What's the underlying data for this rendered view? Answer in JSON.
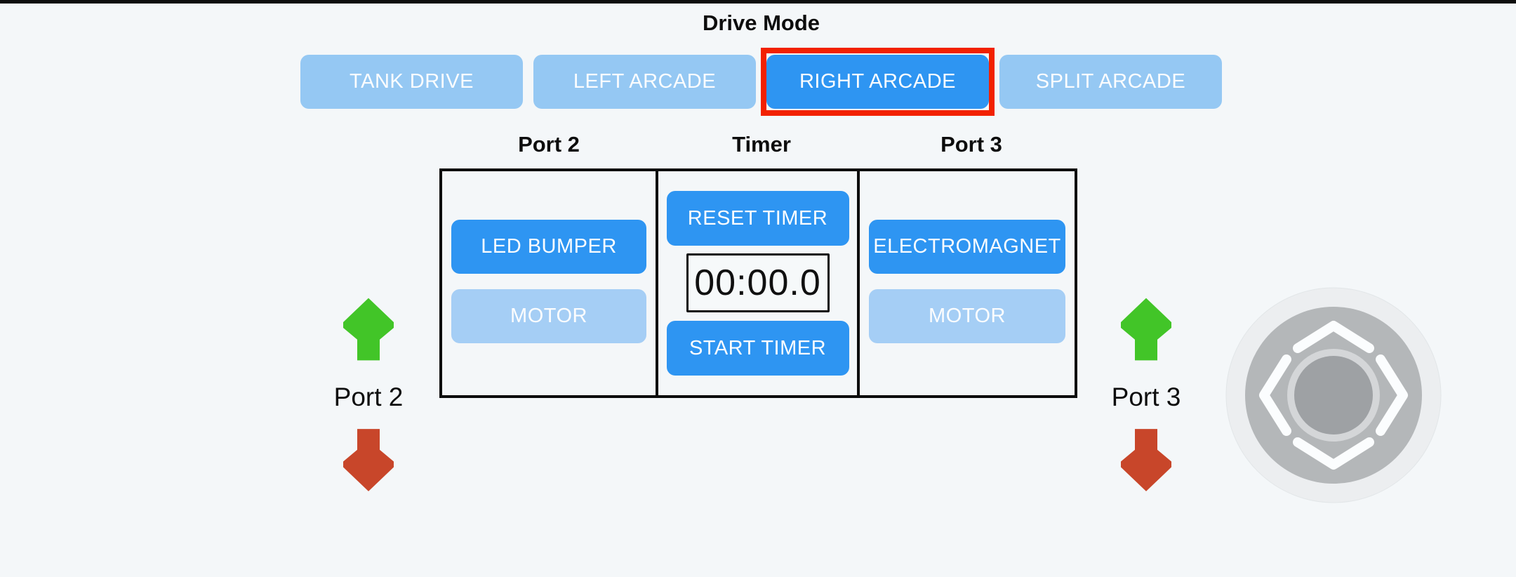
{
  "title": "Drive Mode",
  "drive_mode_buttons": [
    {
      "label": "TANK DRIVE",
      "active": false
    },
    {
      "label": "LEFT ARCADE",
      "active": false
    },
    {
      "label": "RIGHT ARCADE",
      "active": true
    },
    {
      "label": "SPLIT ARCADE",
      "active": false
    }
  ],
  "control_panel": {
    "port2": {
      "header": "Port 2",
      "buttons": [
        {
          "label": "LED BUMPER",
          "state": "on"
        },
        {
          "label": "MOTOR",
          "state": "off"
        }
      ]
    },
    "timer": {
      "header": "Timer",
      "reset_button": "RESET TIMER",
      "display": "00:00.0",
      "start_button": "START TIMER"
    },
    "port3": {
      "header": "Port 3",
      "buttons": [
        {
          "label": "ELECTROMAGNET",
          "state": "on"
        },
        {
          "label": "MOTOR",
          "state": "off"
        }
      ]
    }
  },
  "port_indicators": {
    "left": {
      "label": "Port 2",
      "up_icon": "green-up-arrow",
      "down_icon": "red-down-arrow"
    },
    "right": {
      "label": "Port 3",
      "up_icon": "green-up-arrow",
      "down_icon": "red-down-arrow"
    }
  },
  "joystick": {
    "description": "four-direction joystick pad with center knob"
  },
  "colors": {
    "background": "#f4f7f9",
    "active_blue": "#2e95f2",
    "inactive_mode_blue": "#95c8f3",
    "inactive_device_blue": "#a5cef5",
    "selection_red": "#f22100",
    "arrow_green": "#42c528",
    "arrow_red": "#c8462a",
    "joystick_halo": "#eceef0",
    "joystick_base": "#b4b7b9",
    "joystick_ring": "#d4d6d8",
    "joystick_knob": "#9ea1a4"
  }
}
